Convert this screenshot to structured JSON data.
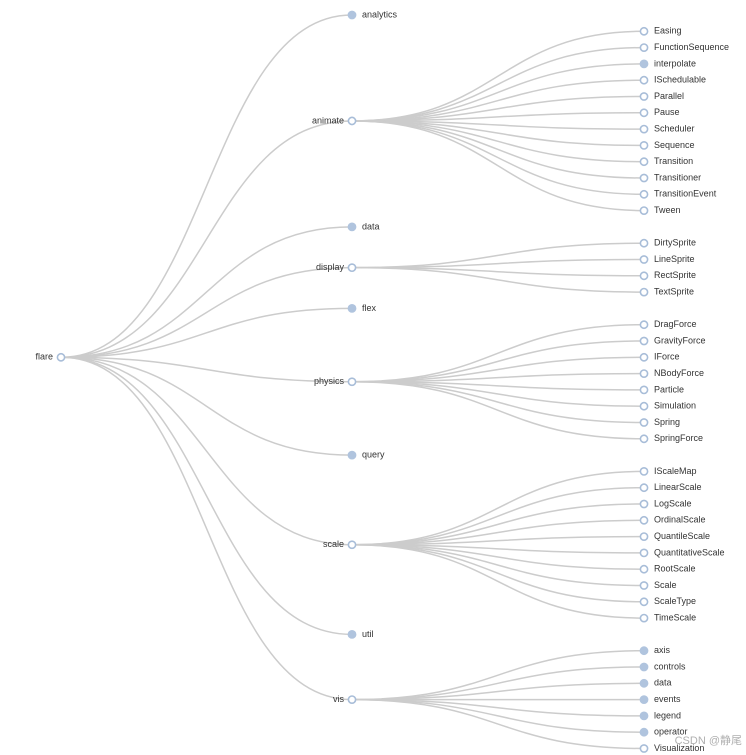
{
  "watermark": "CSDN @静尾",
  "colors": {
    "link": "#cccccc",
    "open_node_stroke": "#a8bdd8",
    "filled_node": "#b0c4de",
    "label": "#333333"
  },
  "tree": {
    "name": "flare",
    "children": [
      {
        "name": "analytics",
        "collapsed": true
      },
      {
        "name": "animate",
        "children": [
          {
            "name": "Easing"
          },
          {
            "name": "FunctionSequence"
          },
          {
            "name": "interpolate",
            "collapsed": true
          },
          {
            "name": "ISchedulable"
          },
          {
            "name": "Parallel"
          },
          {
            "name": "Pause"
          },
          {
            "name": "Scheduler"
          },
          {
            "name": "Sequence"
          },
          {
            "name": "Transition"
          },
          {
            "name": "Transitioner"
          },
          {
            "name": "TransitionEvent"
          },
          {
            "name": "Tween"
          }
        ]
      },
      {
        "name": "data",
        "collapsed": true
      },
      {
        "name": "display",
        "children": [
          {
            "name": "DirtySprite"
          },
          {
            "name": "LineSprite"
          },
          {
            "name": "RectSprite"
          },
          {
            "name": "TextSprite"
          }
        ]
      },
      {
        "name": "flex",
        "collapsed": true
      },
      {
        "name": "physics",
        "children": [
          {
            "name": "DragForce"
          },
          {
            "name": "GravityForce"
          },
          {
            "name": "IForce"
          },
          {
            "name": "NBodyForce"
          },
          {
            "name": "Particle"
          },
          {
            "name": "Simulation"
          },
          {
            "name": "Spring"
          },
          {
            "name": "SpringForce"
          }
        ]
      },
      {
        "name": "query",
        "collapsed": true
      },
      {
        "name": "scale",
        "children": [
          {
            "name": "IScaleMap"
          },
          {
            "name": "LinearScale"
          },
          {
            "name": "LogScale"
          },
          {
            "name": "OrdinalScale"
          },
          {
            "name": "QuantileScale"
          },
          {
            "name": "QuantitativeScale"
          },
          {
            "name": "RootScale"
          },
          {
            "name": "Scale"
          },
          {
            "name": "ScaleType"
          },
          {
            "name": "TimeScale"
          }
        ]
      },
      {
        "name": "util",
        "collapsed": true
      },
      {
        "name": "vis",
        "children": [
          {
            "name": "axis",
            "collapsed": true
          },
          {
            "name": "controls",
            "collapsed": true
          },
          {
            "name": "data",
            "collapsed": true
          },
          {
            "name": "events",
            "collapsed": true
          },
          {
            "name": "legend",
            "collapsed": true
          },
          {
            "name": "operator",
            "collapsed": true
          },
          {
            "name": "Visualization"
          }
        ]
      }
    ]
  }
}
